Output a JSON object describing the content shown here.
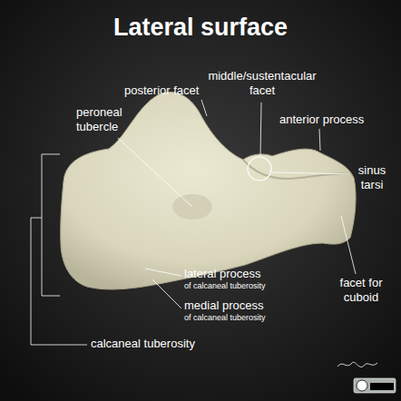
{
  "diagram": {
    "title": "Lateral surface",
    "labels": [
      "posterior facet",
      "middle/sustentacular facet",
      "peroneal tubercle",
      "anterior process",
      "sinus tarsi",
      "lateral process",
      "of calcaneal tuberosity",
      "medial process",
      "of calcaneal tuberosity",
      "facet for cuboid",
      "calcaneal tuberosity"
    ]
  }
}
